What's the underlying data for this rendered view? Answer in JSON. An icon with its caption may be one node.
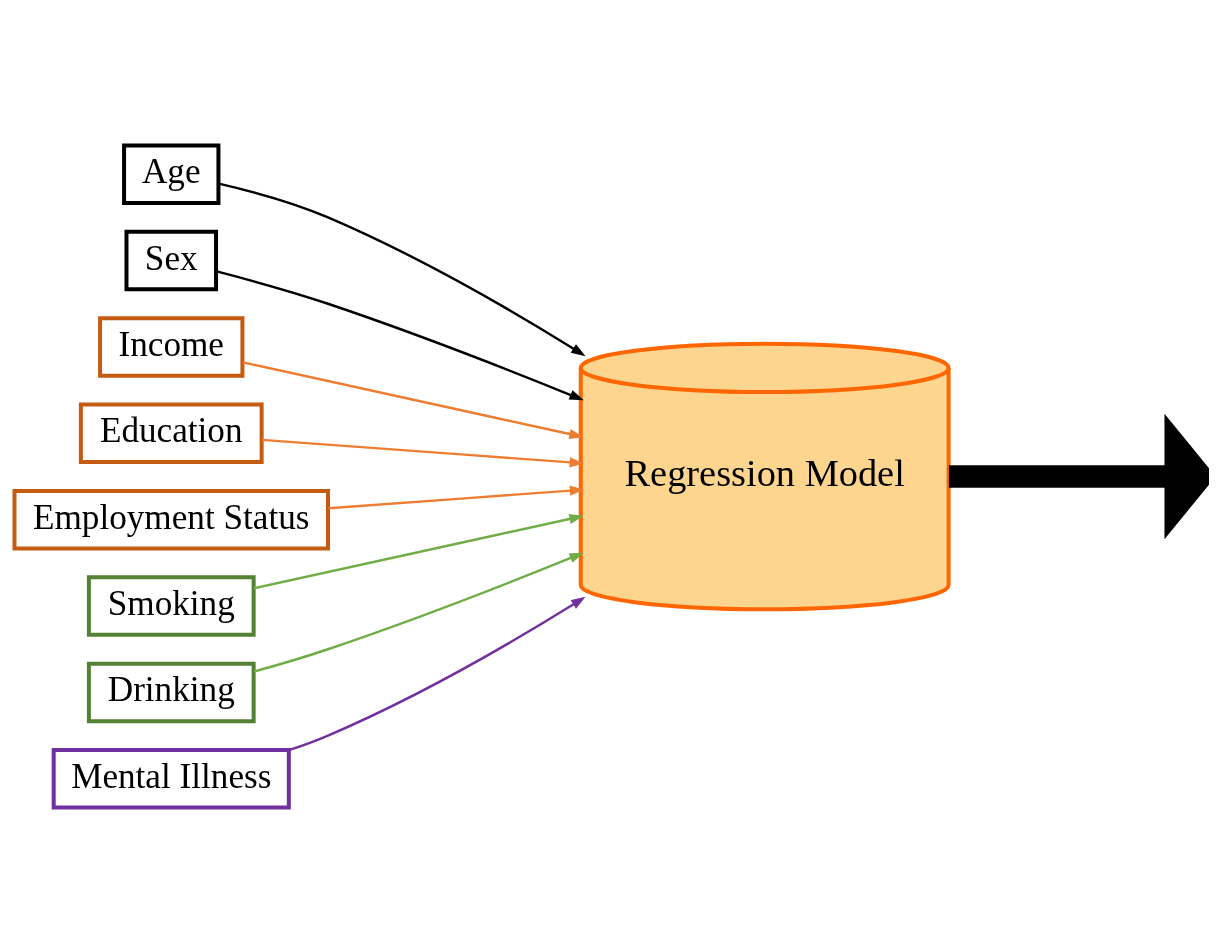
{
  "diagram": {
    "nodes": [
      {
        "text": [
          "Age"
        ]
      },
      {
        "text": [
          "Sex"
        ]
      },
      {
        "text": [
          "Income"
        ]
      },
      {
        "text": [
          "Education"
        ]
      },
      {
        "text": [
          "Employment Status"
        ]
      },
      {
        "text": [
          "Smoking"
        ]
      },
      {
        "text": [
          "Drinking"
        ]
      },
      {
        "text": [
          "Mental Illness"
        ]
      },
      {
        "text": [
          "Regression Model"
        ]
      }
    ],
    "edges": [
      {
        "from": 0,
        "to": 8,
        "arrow": "to",
        "color": "#000000"
      },
      {
        "from": 1,
        "to": 8,
        "arrow": "to",
        "color": "#000000"
      },
      {
        "from": 2,
        "to": 8,
        "arrow": "to",
        "color": "#ed7d31"
      },
      {
        "from": 3,
        "to": 8,
        "arrow": "to",
        "color": "#ed7d31"
      },
      {
        "from": 4,
        "to": 8,
        "arrow": "to",
        "color": "#ed7d31"
      },
      {
        "from": 5,
        "to": 8,
        "arrow": "to",
        "color": "#70ad47"
      },
      {
        "from": 6,
        "to": 8,
        "arrow": "to",
        "color": "#70ad47"
      },
      {
        "from": 7,
        "to": 8,
        "arrow": "to",
        "color": "#7030a0"
      },
      {
        "from": 8,
        "to": null,
        "arrow": "to",
        "style": "thick",
        "color": "#000000"
      }
    ]
  }
}
